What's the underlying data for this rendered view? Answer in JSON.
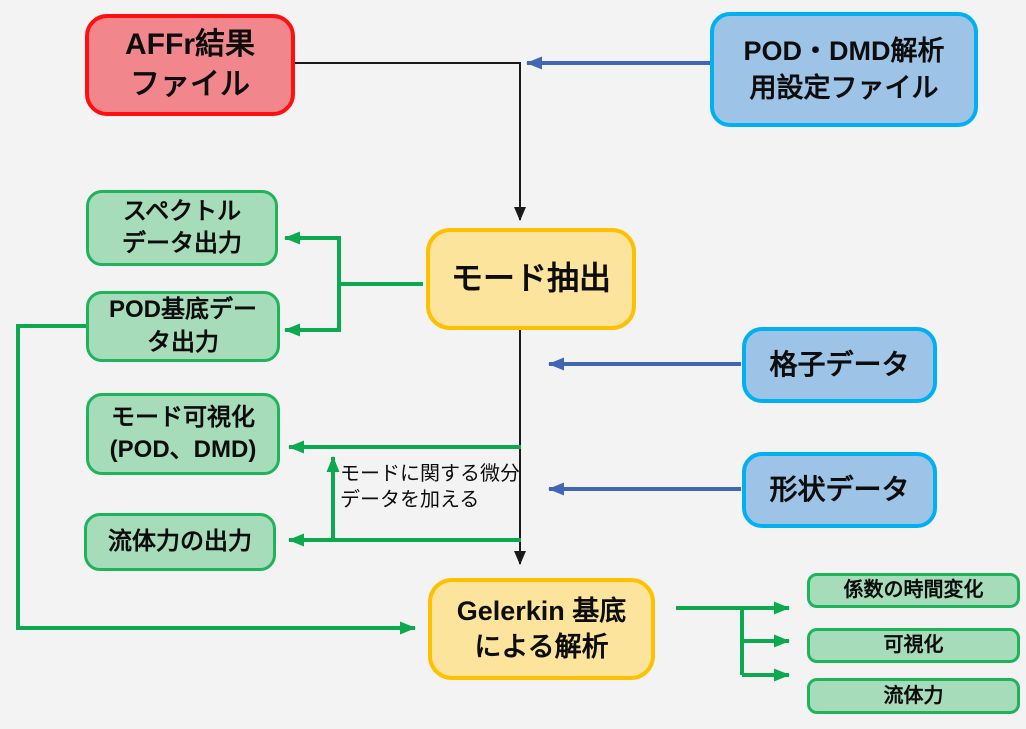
{
  "diagram": {
    "nodes": {
      "affr": {
        "label": "AFFr結果\nファイル"
      },
      "settings": {
        "label": "POD・DMD解析\n用設定ファイル"
      },
      "mode_extraction": {
        "label": "モード抽出"
      },
      "spectrum_output": {
        "label": "スペクトル\nデータ出力"
      },
      "pod_basis_output": {
        "label": "POD基底デー\nタ出力"
      },
      "mode_visualization": {
        "label": "モード可視化\n(POD、DMD)"
      },
      "fluid_force_output": {
        "label": "流体力の出力"
      },
      "grid_data": {
        "label": "格子データ"
      },
      "shape_data": {
        "label": "形状データ"
      },
      "galerkin_analysis": {
        "label": "Gelerkin 基底\nによる解析"
      },
      "coefficient_time_history": {
        "label": "係数の時間変化"
      },
      "visualization": {
        "label": "可視化"
      },
      "fluid_force": {
        "label": "流体力"
      }
    },
    "annotation": {
      "text": "モードに関する微分\nデータを加える"
    },
    "edges": [
      {
        "from": "affr",
        "to": "mode_extraction",
        "color": "black"
      },
      {
        "from": "settings",
        "to": "mode_extraction",
        "color": "blue"
      },
      {
        "from": "mode_extraction",
        "to": "spectrum_output",
        "color": "green"
      },
      {
        "from": "mode_extraction",
        "to": "pod_basis_output",
        "color": "green"
      },
      {
        "from": "mode_extraction",
        "to": "mode_visualization",
        "color": "green"
      },
      {
        "from": "mode_extraction",
        "to": "fluid_force_output",
        "color": "green"
      },
      {
        "from": "grid_data",
        "to": "mode_extraction",
        "color": "blue"
      },
      {
        "from": "shape_data",
        "to": "mode_extraction",
        "color": "blue"
      },
      {
        "from": "mode_extraction",
        "to": "galerkin_analysis",
        "color": "black"
      },
      {
        "from": "fluid_force_output_line",
        "to": "mode_visualization_line",
        "color": "green",
        "label": "モードに関する微分データを加える"
      },
      {
        "from": "pod_basis_output",
        "to": "galerkin_analysis",
        "color": "green"
      },
      {
        "from": "galerkin_analysis",
        "to": "coefficient_time_history",
        "color": "green"
      },
      {
        "from": "galerkin_analysis",
        "to": "visualization",
        "color": "green"
      },
      {
        "from": "galerkin_analysis",
        "to": "fluid_force",
        "color": "green"
      }
    ],
    "palette": {
      "background": "#F4F3F4",
      "red_border": "#FF0F0F",
      "red_fill": "#F2868D",
      "blue_border": "#00B0F0",
      "blue_fill": "#9DC3E6",
      "yellow_border": "#FFC000",
      "yellow_fill": "#FCE49C",
      "green_border": "#1FB45A",
      "green_fill": "#A6DCBA",
      "arrow_black": "#1A1A1A",
      "arrow_blue": "#4166B4",
      "arrow_green": "#0CA94E",
      "text": "#0D0D0D"
    }
  }
}
